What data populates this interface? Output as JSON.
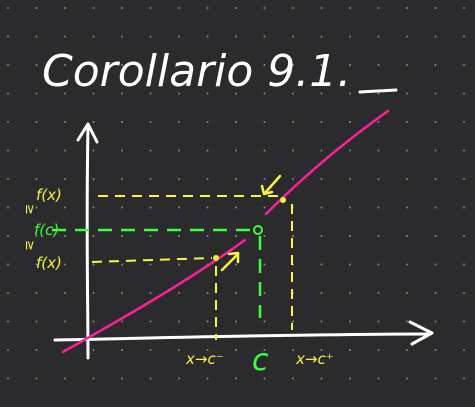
{
  "title": "Corollario 9.1.",
  "labels": {
    "f_x_upper": "f(x)",
    "f_c": "f(c)",
    "f_x_lower": "f(x)",
    "geq_symbol": "≥",
    "x_to_c_minus": "x→c⁻",
    "c": "c",
    "x_to_c_plus": "x→c⁺"
  },
  "colors": {
    "background": "#2b2b2d",
    "ink": "#ffffff",
    "graph": "#ff1f9a",
    "yellow": "#f5f542",
    "green": "#3aff3a",
    "grid_dot": "#8a8a8a"
  }
}
